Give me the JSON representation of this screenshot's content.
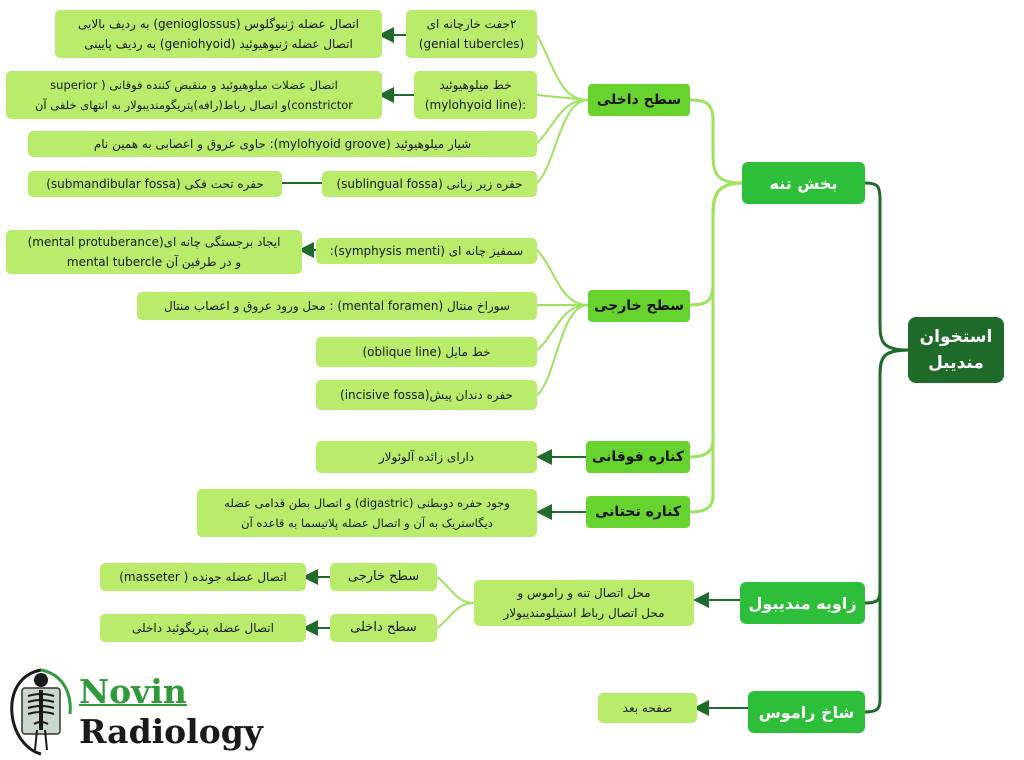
{
  "root": {
    "line1": "استخوان",
    "line2": "مندیبل"
  },
  "branches": {
    "body": "بخش تنه",
    "angle": "زاویه مندیبول",
    "ramus": "شاخ راموس"
  },
  "sections": {
    "inner_surface": "سطح داخلی",
    "outer_surface": "سطح خارجی",
    "upper_edge": "کناره فوقانی",
    "lower_edge": "کناره تحتانی"
  },
  "inner": {
    "genial_a1": "۲جفت خارچانه ای",
    "genial_a2": "(genial tubercles)",
    "genial_b1": "اتصال عضله ژنیوگلوس (genioglossus) به ردیف بالایی",
    "genial_b2": "اتصال عضله ژنیوهیوئید (geniohyoid) به ردیف پایینی",
    "mylo_line_a1": "خط میلوهیوئید",
    "mylo_line_a2": "(mylohyoid line):",
    "mylo_line_b1": "اتصال عضلات میلوهیوئید و منقبض کننده فوقانی ( superior",
    "mylo_line_b2": "constrictor)و اتصال رباط(رافه)پتریگومندیبولار به انتهای خلفی آن",
    "mylo_groove": "شیار میلوهیوئید (mylohyoid groove):  حاوی عروق و اعصابی به همین نام",
    "sublingual": "حفره زیر زبانی (sublingual fossa)",
    "submandibular": "حفره تحت فکی (submandibular fossa)"
  },
  "outer": {
    "symphysis": "سمفیز چانه ای (symphysis menti):",
    "protuberance1": "ایجاد برجستگی چانه ای(mental protuberance)",
    "protuberance2": "و در طرفین آن mental tubercle",
    "foramen": "سوراخ منتال (mental foramen) : محل ورود عروق و اعصاب منتال",
    "oblique": "خط مایل (oblique line)",
    "incisive": "حفره دندان پیش(incisive fossa)"
  },
  "upper": {
    "alveolar": "دارای زائده آلوئولار"
  },
  "lower": {
    "digastric1": "وجود حفره دوبطنی (digastric) و اتصال بطن قدامی عضله",
    "digastric2": "دیگاستریک به آن و اتصال عضله پلاتیسما به قاعده آن"
  },
  "angle": {
    "junction1": "محل اتصال تنه و راموس و",
    "junction2": "محل اتصال رباط استیلومندیبولار",
    "outer_surface": "سطح خارجی",
    "masseter": "اتصال عضله جونده ( masseter)",
    "inner_surface": "سطح داخلی",
    "pterygoid": "اتصال عضله پتریگوئید داخلی"
  },
  "ramus": {
    "next_page": "صفحه بعد"
  },
  "logo": {
    "word1": "Novin",
    "word2": "Radiology"
  },
  "colors": {
    "root": "#1e6b2a",
    "level1": "#2ebf3a",
    "level2": "#67d32e",
    "leaf": "#b8ec6a",
    "root_links": "#1e6b2a",
    "body_links": "#9ee35e",
    "arrows": "#1e6b2a"
  }
}
